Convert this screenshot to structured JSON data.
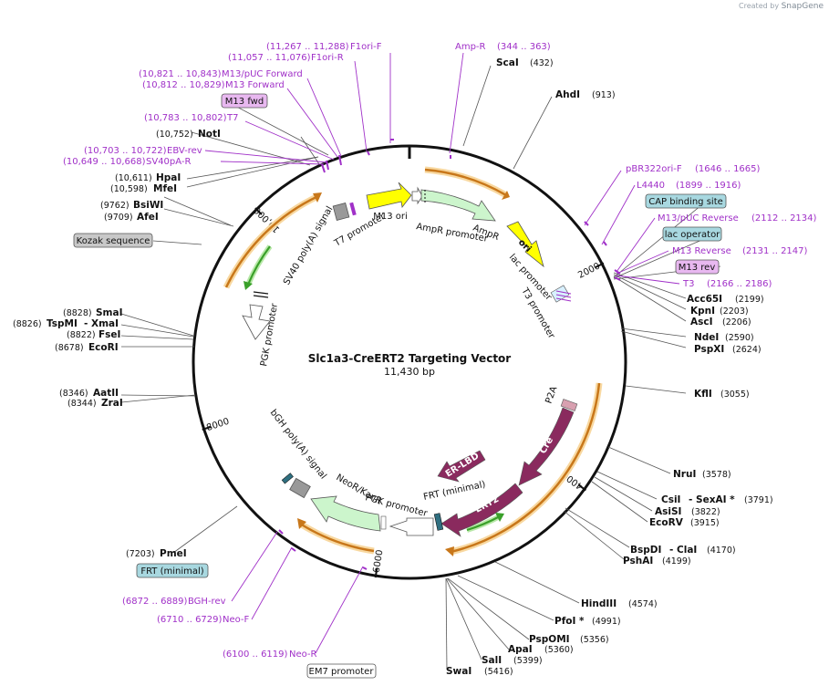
{
  "branding": {
    "created_by": "Created by",
    "app": "SnapGene"
  },
  "map": {
    "name": "Slc1a3-CreERT2 Targeting Vector",
    "length_text": "11,430 bp",
    "total_bp": 11430
  },
  "ticks": [
    {
      "bp": 2000,
      "label": "2000"
    },
    {
      "bp": 4000,
      "label": "4000"
    },
    {
      "bp": 6000,
      "label": "6000"
    },
    {
      "bp": 8000,
      "label": "8000"
    },
    {
      "bp": 10000,
      "label": "10,000"
    }
  ],
  "enzymes_right": [
    {
      "name": "ScaI",
      "pos": "(432)"
    },
    {
      "name": "AhdI",
      "pos": "(913)"
    },
    {
      "name": "Acc65I",
      "pos": "(2199)"
    },
    {
      "name": "KpnI",
      "pos": "(2203)"
    },
    {
      "name": "AscI",
      "pos": "(2206)"
    },
    {
      "name": "NdeI",
      "pos": "(2590)"
    },
    {
      "name": "PspXI",
      "pos": "(2624)"
    },
    {
      "name": "KflI",
      "pos": "(3055)"
    },
    {
      "name": "NruI",
      "pos": "(3578)"
    },
    {
      "name": "CsiI",
      "extra": "- SexAI *",
      "pos": "(3791)"
    },
    {
      "name": "AsiSI",
      "pos": "(3822)"
    },
    {
      "name": "EcoRV",
      "pos": "(3915)"
    },
    {
      "name": "BspDI",
      "extra": "- ClaI",
      "pos": "(4170)"
    },
    {
      "name": "PshAI",
      "pos": "(4199)"
    },
    {
      "name": "HindIII",
      "pos": "(4574)"
    },
    {
      "name": "PfoI *",
      "pos": "(4991)"
    },
    {
      "name": "PspOMI",
      "pos": "(5356)"
    },
    {
      "name": "ApaI",
      "pos": "(5360)"
    },
    {
      "name": "SalI",
      "pos": "(5399)"
    },
    {
      "name": "SwaI",
      "pos": "(5416)"
    }
  ],
  "enzymes_left": [
    {
      "name": "NotI",
      "pos": "(10,752)"
    },
    {
      "name": "HpaI",
      "pos": "(10,611)"
    },
    {
      "name": "MfeI",
      "pos": "(10,598)"
    },
    {
      "name": "BsiWI",
      "pos": "(9762)"
    },
    {
      "name": "AfeI",
      "pos": "(9709)"
    },
    {
      "name": "SmaI",
      "pos": "(8828)"
    },
    {
      "name": "TspMI",
      "extra": "- XmaI",
      "pos": "(8826)"
    },
    {
      "name": "FseI",
      "pos": "(8822)"
    },
    {
      "name": "EcoRI",
      "pos": "(8678)"
    },
    {
      "name": "AatII",
      "pos": "(8346)"
    },
    {
      "name": "ZraI",
      "pos": "(8344)"
    },
    {
      "name": "PmeI",
      "pos": "(7203)"
    }
  ],
  "primers": [
    {
      "range": "(344 .. 363)",
      "name": "Amp-R"
    },
    {
      "range": "(11,267 .. 11,288)",
      "name": "F1ori-F"
    },
    {
      "range": "(11,057 .. 11,076)",
      "name": "F1ori-R"
    },
    {
      "range": "(10,821 .. 10,843)",
      "name": "M13/pUC Forward"
    },
    {
      "range": "(10,812 .. 10,829)",
      "name": "M13 Forward"
    },
    {
      "range": "(10,783 .. 10,802)",
      "name": "T7"
    },
    {
      "range": "(10,703 .. 10,722)",
      "name": "EBV-rev"
    },
    {
      "range": "(10,649 .. 10,668)",
      "name": "SV40pA-R"
    },
    {
      "range": "(1646 .. 1665)",
      "name": "pBR322ori-F"
    },
    {
      "range": "(1899 .. 1916)",
      "name": "L4440"
    },
    {
      "range": "(2112 .. 2134)",
      "name": "M13/pUC Reverse"
    },
    {
      "range": "(2131 .. 2147)",
      "name": "M13 Reverse"
    },
    {
      "range": "(2166 .. 2186)",
      "name": "T3"
    },
    {
      "range": "(6872 .. 6889)",
      "name": "BGH-rev"
    },
    {
      "range": "(6710 .. 6729)",
      "name": "Neo-F"
    },
    {
      "range": "(6100 .. 6119)",
      "name": "Neo-R"
    }
  ],
  "boxed_labels": [
    {
      "text": "M13 fwd",
      "style": "purple"
    },
    {
      "text": "Kozak sequence",
      "style": "gray"
    },
    {
      "text": "CAP binding site",
      "style": "teal"
    },
    {
      "text": "lac operator",
      "style": "teal"
    },
    {
      "text": "M13 rev",
      "style": "purple"
    },
    {
      "text": "FRT (minimal)",
      "style": "teal"
    },
    {
      "text": "EM7 promoter",
      "style": "white"
    }
  ],
  "features": [
    {
      "text": "M13 ori"
    },
    {
      "text": "AmpR"
    },
    {
      "text": "AmpR promoter"
    },
    {
      "text": "ori"
    },
    {
      "text": "lac promoter"
    },
    {
      "text": "T3 promoter"
    },
    {
      "text": "SV40 poly(A) signal"
    },
    {
      "text": "T7 promoter"
    },
    {
      "text": "PGK promoter"
    },
    {
      "text": "P2A"
    },
    {
      "text": "Cre"
    },
    {
      "text": "ER-LBD"
    },
    {
      "text": "ERT2"
    },
    {
      "text": "FRT (minimal)"
    },
    {
      "text": "NeoR/KanR"
    },
    {
      "text": "PGK promoter"
    },
    {
      "text": "bGH poly(A) signal"
    }
  ],
  "colors": {
    "primer": "#a030c8",
    "feature_green": "#ccf5cc",
    "feature_yellow": "#ffff00",
    "feature_maroon": "#8a2a5e",
    "orange_arc": "#c8771a",
    "green_arc": "#3aa02a"
  }
}
